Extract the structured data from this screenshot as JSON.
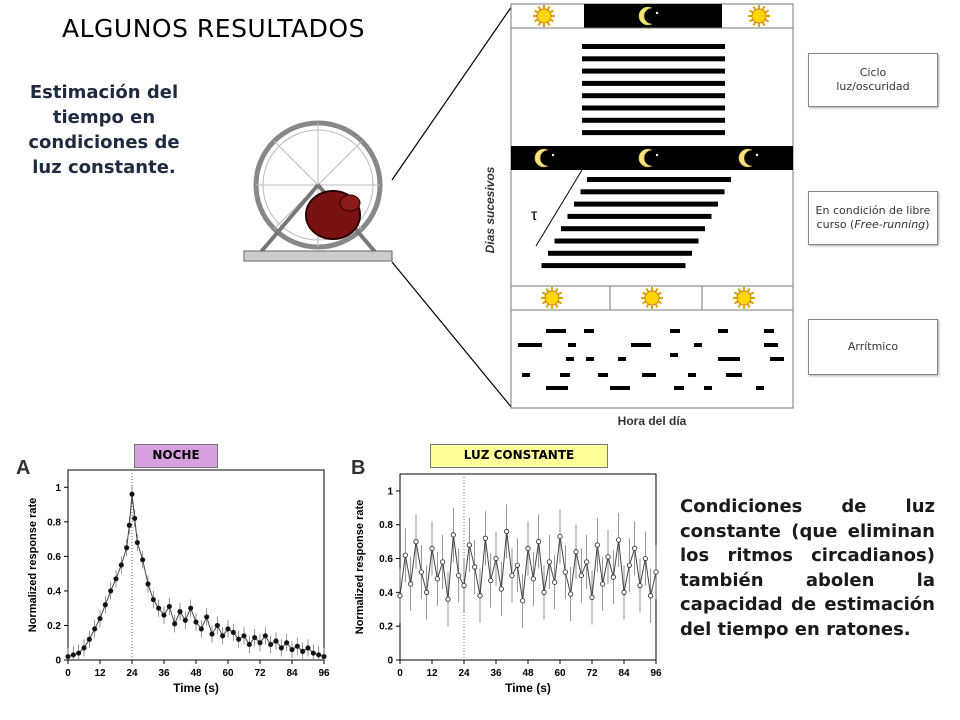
{
  "title": "ALGUNOS RESULTADOS",
  "subtitle": "Estimación del tiempo en condiciones de luz constante.",
  "actogram": {
    "y_label": "Dias sucesivos",
    "x_label": "Hora del día",
    "tau_symbol": "τ"
  },
  "side_boxes": {
    "ciclo": "Ciclo luz/oscuridad",
    "free_running_pre": "En condición de libre curso (",
    "free_running_em": "Free-running",
    "free_running_post": ")",
    "arritmico": "Arrítmico"
  },
  "tags": {
    "noche": "NOCHE",
    "luz": "LUZ CONSTANTE"
  },
  "right_text": "Condiciones de luz constante (que eliminan los ritmos circadianos) también abolen la capacidad de estimación del tiempo en ratones.",
  "chart_data": [
    {
      "type": "line",
      "panel": "A",
      "xlabel": "Time (s)",
      "ylabel": "Normalized response rate",
      "x_ticks": [
        0,
        12,
        24,
        36,
        48,
        60,
        72,
        84,
        96
      ],
      "y_ticks": [
        0,
        0.2,
        0.4,
        0.6,
        0.8,
        1
      ],
      "xlim": [
        0,
        96
      ],
      "ylim": [
        0,
        1.1
      ],
      "marker_line_x": 24,
      "series": [
        {
          "x": [
            0,
            2,
            4,
            6,
            8,
            10,
            12,
            14,
            16,
            18,
            20,
            22,
            23,
            24,
            25,
            26,
            28,
            30,
            32,
            34,
            36,
            38,
            40,
            42,
            44,
            46,
            48,
            50,
            52,
            54,
            56,
            58,
            60,
            62,
            64,
            66,
            68,
            70,
            72,
            74,
            76,
            78,
            80,
            82,
            84,
            86,
            88,
            90,
            92,
            94,
            96
          ],
          "values": [
            0.02,
            0.03,
            0.04,
            0.07,
            0.12,
            0.18,
            0.24,
            0.32,
            0.4,
            0.47,
            0.55,
            0.65,
            0.78,
            0.96,
            0.82,
            0.68,
            0.58,
            0.44,
            0.35,
            0.3,
            0.26,
            0.31,
            0.21,
            0.28,
            0.23,
            0.3,
            0.22,
            0.18,
            0.25,
            0.15,
            0.2,
            0.14,
            0.18,
            0.16,
            0.12,
            0.14,
            0.09,
            0.13,
            0.1,
            0.14,
            0.09,
            0.11,
            0.07,
            0.1,
            0.06,
            0.08,
            0.05,
            0.07,
            0.04,
            0.03,
            0.02
          ]
        }
      ]
    },
    {
      "type": "line",
      "panel": "B",
      "xlabel": "Time (s)",
      "ylabel": "Normalized response rate",
      "x_ticks": [
        0,
        12,
        24,
        36,
        48,
        60,
        72,
        84,
        96
      ],
      "y_ticks": [
        0,
        0.2,
        0.4,
        0.6,
        0.8,
        1
      ],
      "xlim": [
        0,
        96
      ],
      "ylim": [
        0,
        1.1
      ],
      "marker_line_x": 24,
      "series": [
        {
          "x": [
            0,
            2,
            4,
            6,
            8,
            10,
            12,
            14,
            16,
            18,
            20,
            22,
            24,
            26,
            28,
            30,
            32,
            34,
            36,
            38,
            40,
            42,
            44,
            46,
            48,
            50,
            52,
            54,
            56,
            58,
            60,
            62,
            64,
            66,
            68,
            70,
            72,
            74,
            76,
            78,
            80,
            82,
            84,
            86,
            88,
            90,
            92,
            94,
            96
          ],
          "values": [
            0.38,
            0.62,
            0.45,
            0.7,
            0.52,
            0.4,
            0.66,
            0.48,
            0.58,
            0.36,
            0.74,
            0.5,
            0.44,
            0.68,
            0.55,
            0.38,
            0.72,
            0.47,
            0.6,
            0.42,
            0.76,
            0.5,
            0.56,
            0.35,
            0.66,
            0.48,
            0.7,
            0.4,
            0.58,
            0.46,
            0.73,
            0.52,
            0.39,
            0.64,
            0.5,
            0.58,
            0.37,
            0.68,
            0.45,
            0.61,
            0.49,
            0.71,
            0.4,
            0.56,
            0.66,
            0.44,
            0.6,
            0.38,
            0.52
          ]
        }
      ]
    }
  ]
}
